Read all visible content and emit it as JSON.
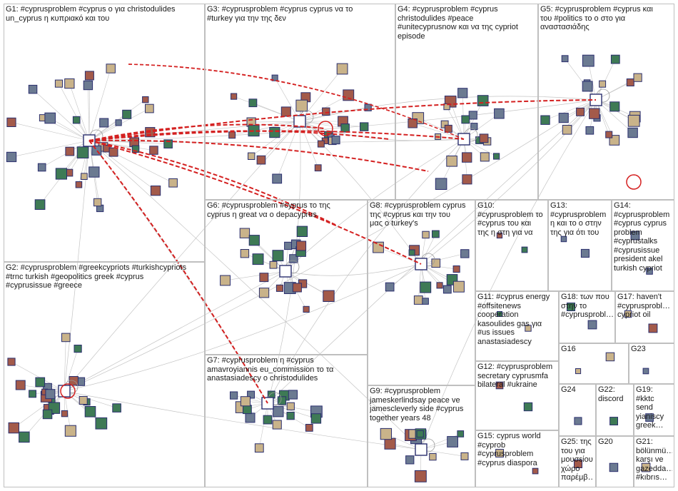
{
  "title": "",
  "colors": {
    "box_border": "#bfbfbf",
    "edge_gray": "#c4c4c4",
    "edge_red": "#d42020",
    "node_border": "#2b2f6e",
    "node_fill_a": "#6b7a91",
    "node_fill_b": "#a35a4a",
    "node_fill_c": "#3e7a55",
    "node_fill_d": "#c9b38a"
  },
  "groups": [
    {
      "id": "G1",
      "label": "G1: #cyprusproblem #cyprus ο για christodulides\nun_cyprus η κυπριακό και του"
    },
    {
      "id": "G2",
      "label": "G2: #cyprusproblem #greekcypriots #turkishcypriots\n#trnc turkish #geopolitics greek #cyprus\n#cyprusissue #greece"
    },
    {
      "id": "G3",
      "label": "G3: #cyprusproblem #cyprus cyprus να το\n#turkey για την της δεν"
    },
    {
      "id": "G4",
      "label": "G4: #cyprusproblem #cyprus\nchristodulides #peace\n#unitecyprusnow και να της cypriot\nepisode"
    },
    {
      "id": "G5",
      "label": "G5: #cyprusproblem #cyprus και\nτου #politics το ο στο για\nαναστασιάδης"
    },
    {
      "id": "G6",
      "label": "G6: #cyprusproblem #cyprus το της\ncyprus η great να ο depacyprus"
    },
    {
      "id": "G7",
      "label": "G7: #cyprusproblem η #cyprus\namavroyiannis eu_commission το τα\nanastasiadescy ο christodulides"
    },
    {
      "id": "G8",
      "label": "G8: #cyprusproblem cyprus\nτης #cyprus και την του\nμας ο turkey's"
    },
    {
      "id": "G9",
      "label": "G9: #cyprusproblem\njameskerlindsay peace ve\njamescleverly side #cyprus\ntogether years 48"
    },
    {
      "id": "G10",
      "label": "G10:\n#cyprusproblem το\n#cyprus του και\nτης η στη για να"
    },
    {
      "id": "G11",
      "label": "G11: #cyprus energy\n#offsitenews\ncooperation\nkasoulides gas για\n#us issues\nanastasiadescy"
    },
    {
      "id": "G12",
      "label": "G12: #cyprusproblem\nsecretary cyprusmfa\nbilateral #ukraine"
    },
    {
      "id": "G13",
      "label": "G13:\n#cyprusproblem\nη και το ο στην\nτης για ότι του"
    },
    {
      "id": "G14",
      "label": "G14:\n#cyprusproblem\n#cyprus cyprus\nproblem\n#cyprustalks\n#cyprusissue\npresident akel\nturkish cypriot"
    },
    {
      "id": "G15",
      "label": "G15: cyprus world\n#cyprob\n#cyprusproblem\n#cyprus diaspora"
    },
    {
      "id": "G16",
      "label": "G16"
    },
    {
      "id": "G17",
      "label": "G17: haven't\n#cyprusprobl…\ncypriot oil"
    },
    {
      "id": "G18",
      "label": "G18: των που\nστην το\n#cyprusprobl…"
    },
    {
      "id": "G19",
      "label": "G19:\n#kktc\nsend\nyianiscy\ngreek…"
    },
    {
      "id": "G20",
      "label": "G20"
    },
    {
      "id": "G21",
      "label": "G21:\nbölünmü…\nkarşı ve\ngazedda…\n#kıbrıs…"
    },
    {
      "id": "G22",
      "label": "G22:\ndiscord"
    },
    {
      "id": "G23",
      "label": "G23"
    },
    {
      "id": "G24",
      "label": "G24"
    },
    {
      "id": "G25",
      "label": "G25: της\nτου για\nμουσείου\nχώρο\nπαρέμβ…"
    }
  ]
}
